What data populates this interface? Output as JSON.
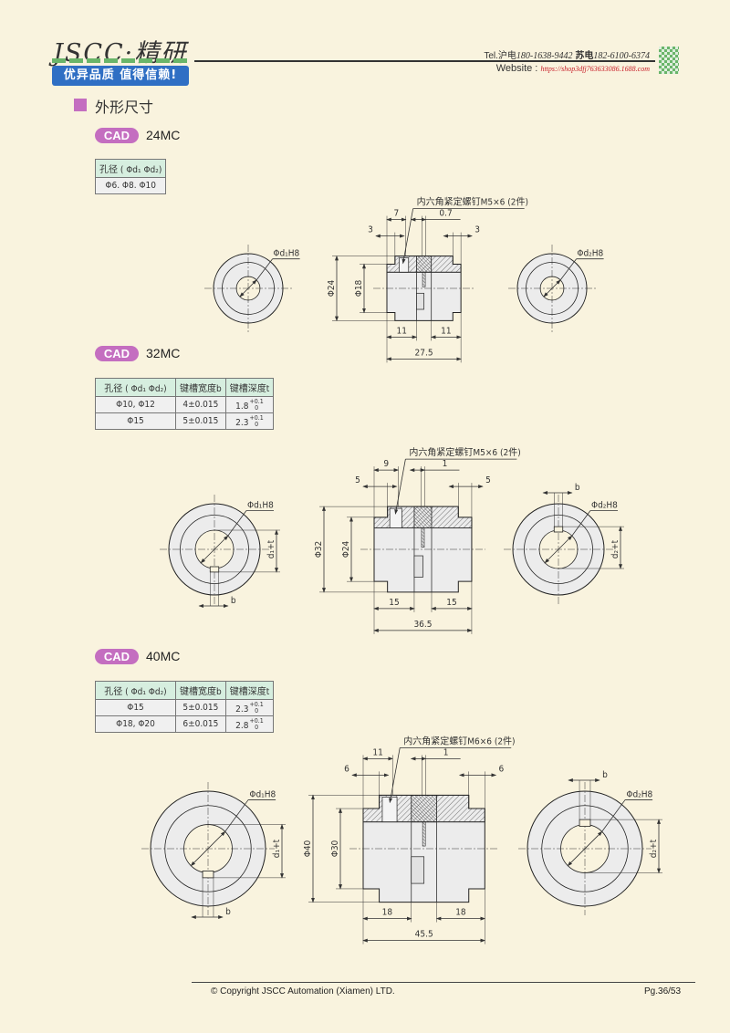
{
  "header": {
    "logo": "JSCC·精研",
    "slogan": "优异品质 值得信赖!",
    "tel_label": "Tel.沪电",
    "tel_sh": "180-1638-9442",
    "tel_su_label": "苏电",
    "tel_su": "182-6100-6374",
    "website_label": "Website :",
    "website": "https://shop3dfj763633086.1688.com"
  },
  "section_title": "外形尺寸",
  "cad_label": "CAD",
  "models": [
    {
      "name": "24MC",
      "table": {
        "headers": [
          "孔径 ( Φd₁  Φd₂)"
        ],
        "rows": [
          [
            "Φ6. Φ8. Φ10"
          ]
        ]
      },
      "dims": {
        "screw": "内六角紧定螺钉M5×6 (2件)",
        "screw_pos": "7",
        "gap": "0.7",
        "end_left": "3",
        "end_right": "3",
        "outer": "Φ24",
        "inner": "Φ18",
        "hub_left": "11",
        "hub_right": "11",
        "total": "27.5",
        "d1": "Φd₁H8",
        "d2": "Φd₂H8"
      }
    },
    {
      "name": "32MC",
      "table": {
        "headers": [
          "孔径 ( Φd₁  Φd₂)",
          "键槽宽度b",
          "键槽深度t"
        ],
        "rows": [
          {
            "bore": "Φ10, Φ12",
            "b": "4±0.015",
            "t": {
              "base": "1.8",
              "upper": "+0.1",
              "lower": "0"
            }
          },
          {
            "bore": "Φ15",
            "b": "5±0.015",
            "t": {
              "base": "2.3",
              "upper": "+0.1",
              "lower": "0"
            }
          }
        ]
      },
      "dims": {
        "screw": "内六角紧定螺钉M5×6 (2件)",
        "screw_pos": "9",
        "gap": "1",
        "end_left": "5",
        "end_right": "5",
        "outer": "Φ32",
        "inner": "Φ24",
        "hub_left": "15",
        "hub_right": "15",
        "total": "36.5",
        "d1": "Φd₁H8",
        "d2": "Φd₂H8",
        "b": "b",
        "d1t": "d₁+t",
        "d2t": "d₂+t"
      }
    },
    {
      "name": "40MC",
      "table": {
        "headers": [
          "孔径 ( Φd₁  Φd₂)",
          "键槽宽度b",
          "键槽深度t"
        ],
        "rows": [
          {
            "bore": "Φ15",
            "b": "5±0.015",
            "t": {
              "base": "2.3",
              "upper": "+0.1",
              "lower": "0"
            }
          },
          {
            "bore": "Φ18, Φ20",
            "b": "6±0.015",
            "t": {
              "base": "2.8",
              "upper": "+0.1",
              "lower": "0"
            }
          }
        ]
      },
      "dims": {
        "screw": "内六角紧定螺钉M6×6 (2件)",
        "screw_pos": "11",
        "gap": "1",
        "end_left": "6",
        "end_right": "6",
        "outer": "Φ40",
        "inner": "Φ30",
        "hub_left": "18",
        "hub_right": "18",
        "total": "45.5",
        "d1": "Φd₁H8",
        "d2": "Φd₂H8",
        "b": "b",
        "d1t": "d₁+t",
        "d2t": "d₂+t"
      }
    }
  ],
  "footer": {
    "copyright": "© Copyright JSCC Automation (Xiamen) LTD.",
    "page": "Pg.36/53"
  }
}
